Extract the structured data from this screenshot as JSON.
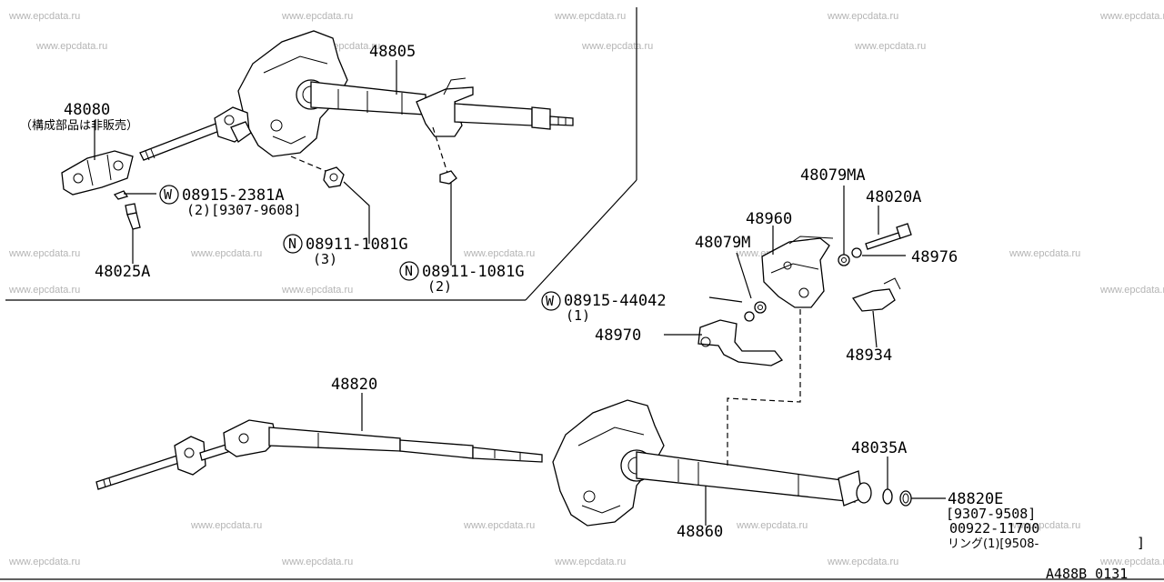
{
  "watermark": "www.epcdata.ru",
  "diagram_code": "A488B 0131",
  "parts": {
    "p48805": "48805",
    "p48080": "48080",
    "p48080_note": "（構成部品は非販売）",
    "p08915_2381A": "08915-2381A",
    "p08915_2381A_qty": "(2)[9307-9608]",
    "p48025A": "48025A",
    "p08911_1081G_a": "08911-1081G",
    "p08911_1081G_a_qty": "(3)",
    "p08911_1081G_b": "08911-1081G",
    "p08911_1081G_b_qty": "(2)",
    "p48079MA": "48079MA",
    "p48020A": "48020A",
    "p48960": "48960",
    "p48079M": "48079M",
    "p48976": "48976",
    "p08915_44042": "08915-44042",
    "p08915_44042_qty": "(1)",
    "p48970": "48970",
    "p48934": "48934",
    "p48820": "48820",
    "p48035A": "48035A",
    "p48820E": "48820E",
    "p48820E_range": "[9307-9508]",
    "p00922": "00922-11700",
    "p00922_ring": "リング(1)[9508-",
    "p00922_close": "]",
    "p48860": "48860"
  },
  "symbols": {
    "washer": "W",
    "nut": "N"
  }
}
